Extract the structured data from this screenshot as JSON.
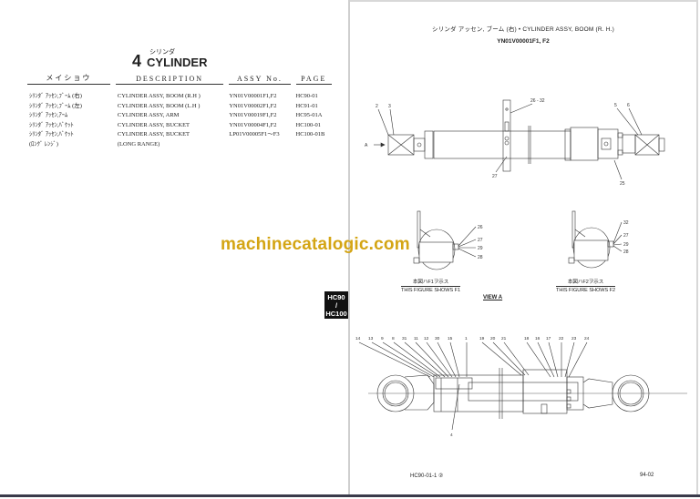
{
  "left_page": {
    "chapter": {
      "number": "4",
      "title_jp": "シリンダ",
      "title_en": "CYLINDER"
    },
    "table": {
      "headers": {
        "name_jp": "メイショウ",
        "description": "DESCRIPTION",
        "assy_no": "ASSY No.",
        "page": "PAGE"
      },
      "rows": [
        {
          "name_jp": "ｼﾘﾝﾀﾞ ｱｯｾﾝ,ﾌﾞｰﾑ (右)",
          "description": "CYLINDER ASSY, BOOM (R.H )",
          "assy_no": "YN01V00001F1,F2",
          "page": "HC90-01"
        },
        {
          "name_jp": "ｼﾘﾝﾀﾞ ｱｯｾﾝ,ﾌﾞｰﾑ (左)",
          "description": "CYLINDER ASSY, BOOM (L.H )",
          "assy_no": "YN01V00002F1,F2",
          "page": "HC91-01"
        },
        {
          "name_jp": "ｼﾘﾝﾀﾞ ｱｯｾﾝ,ｱｰﾑ",
          "description": "CYLINDER ASSY, ARM",
          "assy_no": "YN01V00019F1,F2",
          "page": "HC95-01A"
        },
        {
          "name_jp": "ｼﾘﾝﾀﾞ ｱｯｾﾝ,ﾊﾞｹｯﾄ",
          "description": "CYLINDER ASSY, BUCKET",
          "assy_no": "YN01V00004F1,F2",
          "page": "HC100-01"
        },
        {
          "name_jp": "ｼﾘﾝﾀﾞ ｱｯｾﾝ,ﾊﾞｹｯﾄ",
          "description": "CYLINDER ASSY, BUCKET",
          "assy_no": "LP01V00005F1～F3",
          "page": "HC100-01B"
        },
        {
          "name_jp": "  (ﾛﾝｸﾞ ﾚﾝｼﾞ)",
          "description": "  (LONG RANGE)",
          "assy_no": "",
          "page": ""
        }
      ]
    },
    "side_tab": {
      "line1": "HC90",
      "line2": "/",
      "line3": "HC100"
    }
  },
  "watermark": {
    "text": "machinecatalogic.com",
    "color": "#d4a514"
  },
  "right_page": {
    "title": "シリンダ アッセン, ブーム (右)  •  CYLINDER ASSY, BOOM (R. H.)",
    "code": "YN01V00001F1, F2",
    "top_view_labels": {
      "l2": "2",
      "l3": "3",
      "l5": "5",
      "l6": "6",
      "l26_32": "26 - 32",
      "l27": "27",
      "l25": "25",
      "arrow_a": "A"
    },
    "detail_f1": {
      "labels": [
        "26",
        "27",
        "29",
        "28"
      ],
      "caption_jp": "本図ハF1ヲ示ス",
      "caption_en": "THIS FIGURE SHOWS    F1"
    },
    "detail_f2": {
      "labels": [
        "32",
        "27",
        "29",
        "28"
      ],
      "caption_jp": "本図ハF2ヲ示ス",
      "caption_en": "THIS FIGURE SHOWS    F2"
    },
    "view_label": "VIEW   A",
    "section_labels": [
      "14",
      "13",
      "9",
      "8",
      "31",
      "11",
      "12",
      "30",
      "15",
      "1",
      "19",
      "20",
      "21",
      "18",
      "16",
      "17",
      "22",
      "23",
      "24"
    ],
    "section_label_4": "4",
    "footer_code": "HC90-01-1 ②",
    "footer_page": "94-02"
  }
}
